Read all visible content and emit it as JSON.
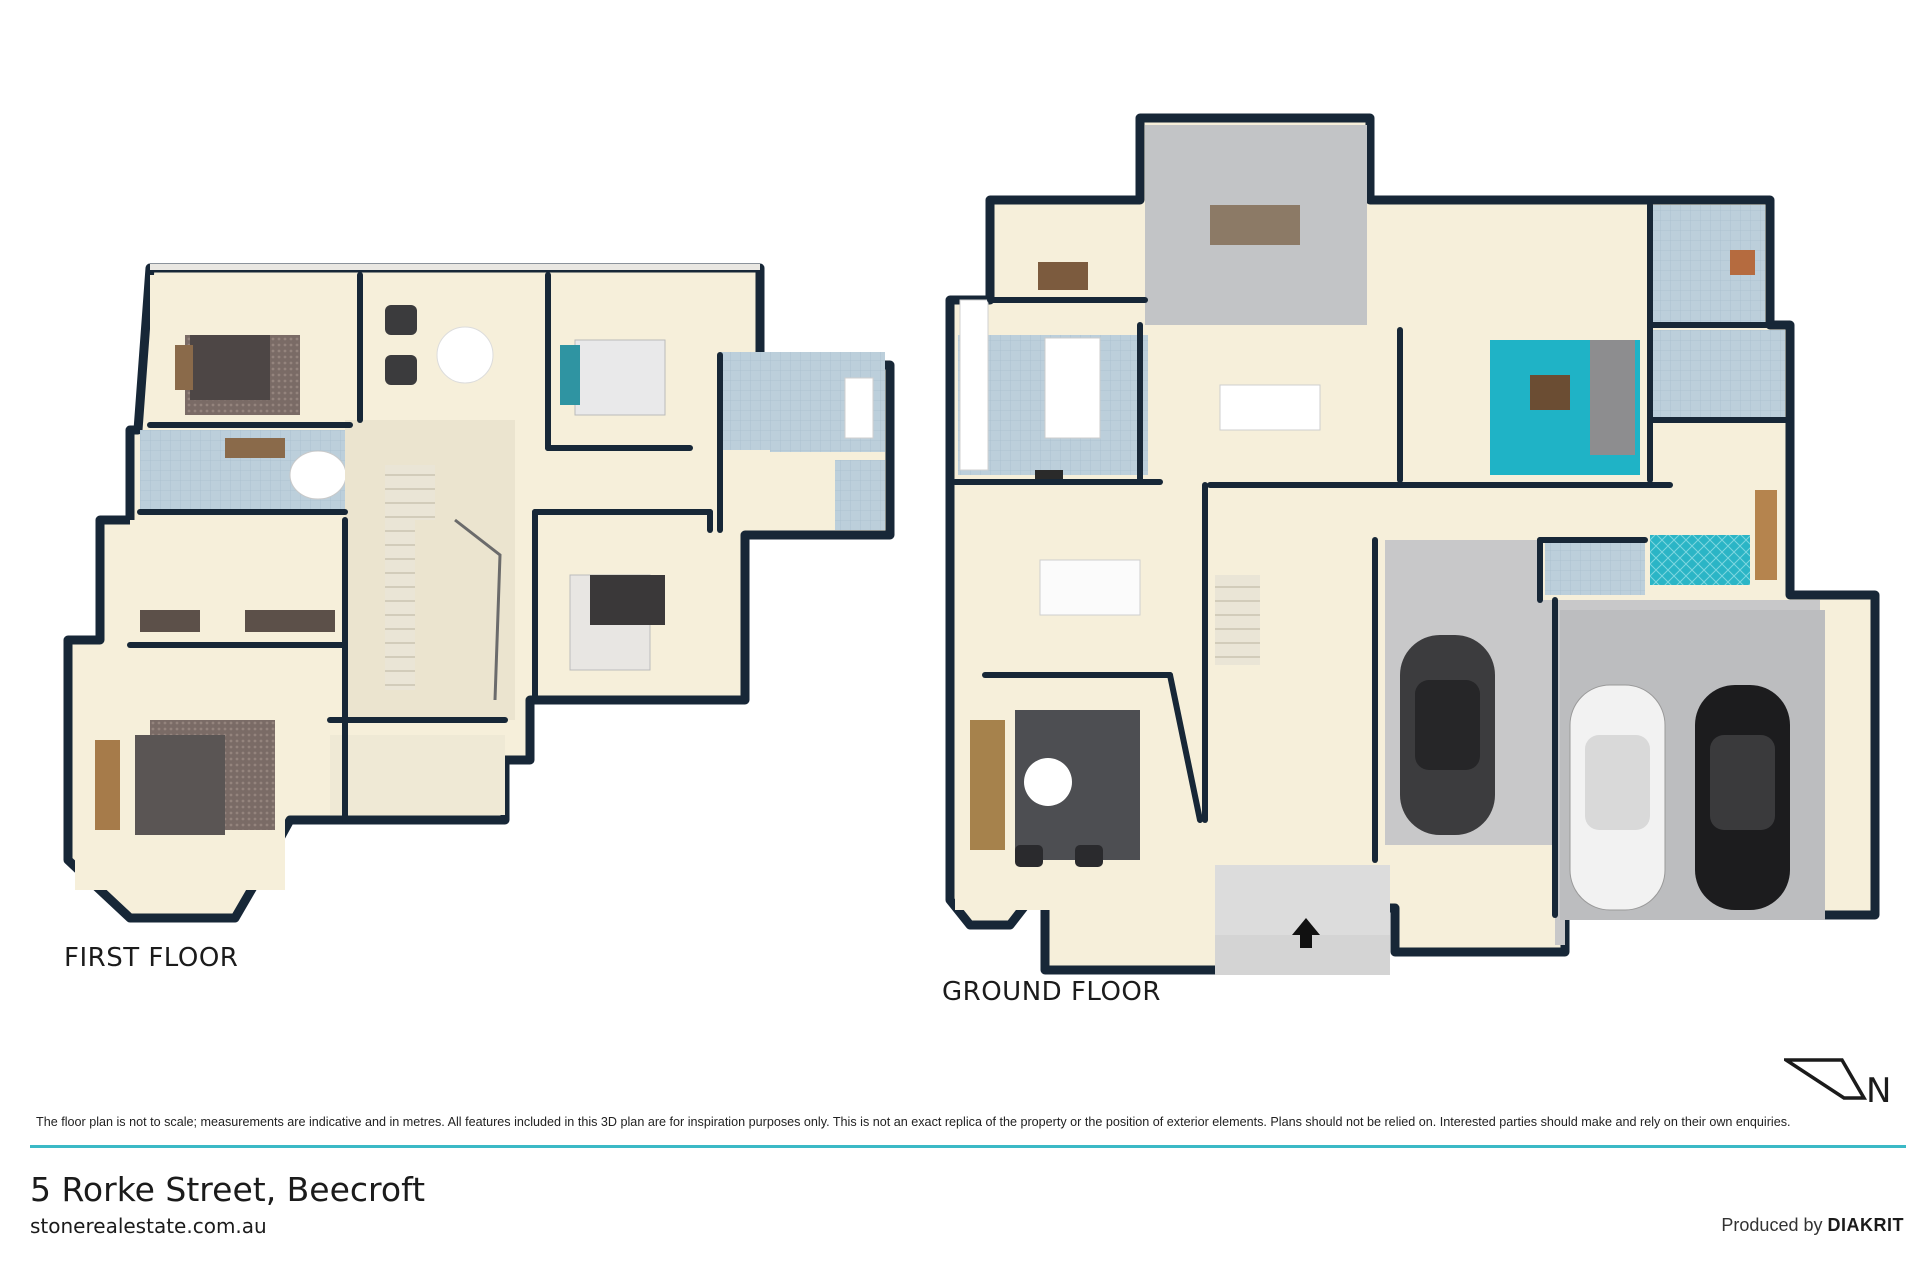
{
  "labels": {
    "first_floor": "FIRST FLOOR",
    "ground_floor": "GROUND FLOOR"
  },
  "footer": {
    "disclaimer": "The floor plan is not to scale; measurements are indicative and in metres. All features included in this 3D plan are for inspiration purposes only. This is not an exact replica of the property or the position of exterior elements. Plans should not be relied on. Interested parties should make and rely on their own enquiries.",
    "address": "5 Rorke Street, Beecroft",
    "website": "stonerealestate.com.au",
    "producer_prefix": "Produced by",
    "producer_brand": "DIAKRIT"
  },
  "compass": {
    "letter": "N"
  },
  "colors": {
    "floor": "#f5eed9",
    "tile": "#b9ccd8",
    "wall": "#172737",
    "wall_top": "#e9e7e2",
    "garage": "#c8c8c8",
    "accent_rug": "#1fb3c6",
    "rule": "#3bb9c6"
  },
  "icons": [
    "north-arrow-icon",
    "entry-arrow-icon"
  ]
}
